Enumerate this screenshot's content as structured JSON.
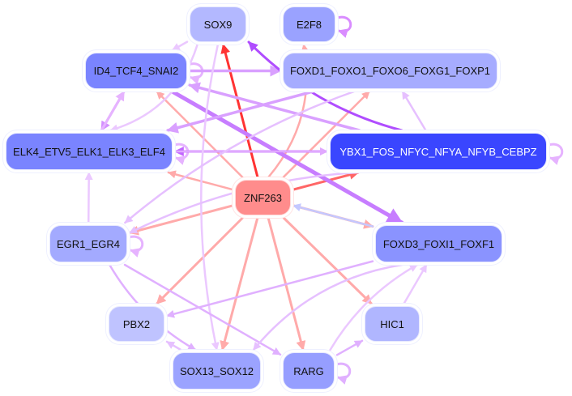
{
  "graph": {
    "title": "",
    "nodes": [
      {
        "id": "SOX9",
        "label": "SOX9",
        "color": "#b3b8ff"
      },
      {
        "id": "E2F8",
        "label": "E2F8",
        "color": "#9aa2ff"
      },
      {
        "id": "ID4_TCF4_SNAI2",
        "label": "ID4_TCF4_SNAI2",
        "color": "#7a84ff"
      },
      {
        "id": "FOXD1",
        "label": "FOXD1_FOXO1_FOXO6_FOXG1_FOXP1",
        "color": "#a6acff"
      },
      {
        "id": "ELK4",
        "label": "ELK4_ETV5_ELK1_ELK3_ELF4",
        "color": "#7a84ff"
      },
      {
        "id": "YBX1",
        "label": "YBX1_FOS_NFYC_NFYA_NFYB_CEBPZ",
        "color": "#3a46ff"
      },
      {
        "id": "ZNF263",
        "label": "ZNF263",
        "color": "#ff8c8c"
      },
      {
        "id": "EGR1_EGR4",
        "label": "EGR1_EGR4",
        "color": "#a3aaff"
      },
      {
        "id": "FOXD3",
        "label": "FOXD3_FOXI1_FOXF1",
        "color": "#8a93ff"
      },
      {
        "id": "PBX2",
        "label": "PBX2",
        "color": "#bfc3ff"
      },
      {
        "id": "HIC1",
        "label": "HIC1",
        "color": "#b0b6ff"
      },
      {
        "id": "SOX13_SOX12",
        "label": "SOX13_SOX12",
        "color": "#9ba3ff"
      },
      {
        "id": "RARG",
        "label": "RARG",
        "color": "#969eff"
      }
    ],
    "edges": [
      {
        "from": "ZNF263",
        "to": "SOX9",
        "color": "#ff3333",
        "weight": 3
      },
      {
        "from": "ZNF263",
        "to": "E2F8",
        "color": "#ffaaaa",
        "weight": 2.5,
        "curve": 40
      },
      {
        "from": "ZNF263",
        "to": "ID4_TCF4_SNAI2",
        "color": "#ffaaaa",
        "weight": 2.5
      },
      {
        "from": "ZNF263",
        "to": "FOXD1",
        "color": "#ffaaaa",
        "weight": 2.5
      },
      {
        "from": "ZNF263",
        "to": "ELK4",
        "color": "#ffaaaa",
        "weight": 2.5
      },
      {
        "from": "ZNF263",
        "to": "YBX1",
        "color": "#ff6666",
        "weight": 3
      },
      {
        "from": "ZNF263",
        "to": "EGR1_EGR4",
        "color": "#ffaaaa",
        "weight": 3
      },
      {
        "from": "ZNF263",
        "to": "FOXD3",
        "color": "#ffaaaa",
        "weight": 3
      },
      {
        "from": "FOXD3",
        "to": "ZNF263",
        "color": "#c4c8ff",
        "weight": 2.5
      },
      {
        "from": "ZNF263",
        "to": "PBX2",
        "color": "#ffaaaa",
        "weight": 3
      },
      {
        "from": "ZNF263",
        "to": "HIC1",
        "color": "#ffaaaa",
        "weight": 3
      },
      {
        "from": "ZNF263",
        "to": "SOX13_SOX12",
        "color": "#ffaaaa",
        "weight": 3
      },
      {
        "from": "ZNF263",
        "to": "RARG",
        "color": "#ffaaaa",
        "weight": 3
      },
      {
        "from": "E2F8",
        "to": "E2F8",
        "color": "#d98cff",
        "weight": 3,
        "self": true
      },
      {
        "from": "ID4_TCF4_SNAI2",
        "to": "ID4_TCF4_SNAI2",
        "color": "#e6b3ff",
        "weight": 3,
        "self": true
      },
      {
        "from": "ELK4",
        "to": "ELK4",
        "color": "#e6b3ff",
        "weight": 3,
        "self": true
      },
      {
        "from": "YBX1",
        "to": "YBX1",
        "color": "#e6b3ff",
        "weight": 3,
        "self": true
      },
      {
        "from": "EGR1_EGR4",
        "to": "EGR1_EGR4",
        "color": "#e6b3ff",
        "weight": 3,
        "self": true
      },
      {
        "from": "RARG",
        "to": "RARG",
        "color": "#e0b0ff",
        "weight": 3,
        "self": true
      },
      {
        "from": "ID4_TCF4_SNAI2",
        "to": "FOXD1",
        "color": "#d9a0ff",
        "weight": 3.5
      },
      {
        "from": "ID4_TCF4_SNAI2",
        "to": "FOXD3",
        "color": "#c77dff",
        "weight": 5
      },
      {
        "from": "ID4_TCF4_SNAI2",
        "to": "ELK4",
        "color": "#d38fff",
        "weight": 3
      },
      {
        "from": "ELK4",
        "to": "ID4_TCF4_SNAI2",
        "color": "#e6b3ff",
        "weight": 3
      },
      {
        "from": "YBX1",
        "to": "SOX9",
        "color": "#b04dff",
        "weight": 3,
        "curve": -30
      },
      {
        "from": "YBX1",
        "to": "ID4_TCF4_SNAI2",
        "color": "#d9a0ff",
        "weight": 3.5
      },
      {
        "from": "YBX1",
        "to": "ELK4",
        "color": "#c266ff",
        "weight": 3
      },
      {
        "from": "ELK4",
        "to": "YBX1",
        "color": "#e0a8ff",
        "weight": 2.5
      },
      {
        "from": "YBX1",
        "to": "FOXD1",
        "color": "#e6c0ff",
        "weight": 2.5
      },
      {
        "from": "FOXD1",
        "to": "ELK4",
        "color": "#d9a0ff",
        "weight": 3.5
      },
      {
        "from": "SOX9",
        "to": "ID4_TCF4_SNAI2",
        "color": "#ebc8ff",
        "weight": 2.5
      },
      {
        "from": "SOX9",
        "to": "ELK4",
        "color": "#ebc8ff",
        "weight": 2.5,
        "curve": -40
      },
      {
        "from": "SOX9",
        "to": "SOX13_SOX12",
        "color": "#ebc8ff",
        "weight": 2.5,
        "curve": 40
      },
      {
        "from": "EGR1_EGR4",
        "to": "ELK4",
        "color": "#ebc8ff",
        "weight": 2.5
      },
      {
        "from": "FOXD1",
        "to": "EGR1_EGR4",
        "color": "#e6c0ff",
        "weight": 2.5,
        "curve": 30
      },
      {
        "from": "YBX1",
        "to": "EGR1_EGR4",
        "color": "#e6c0ff",
        "weight": 2.5,
        "curve": 30
      },
      {
        "from": "FOXD3",
        "to": "PBX2",
        "color": "#e0b0ff",
        "weight": 2.5
      },
      {
        "from": "EGR1_EGR4",
        "to": "SOX13_SOX12",
        "color": "#e0b0ff",
        "weight": 2.5,
        "curve": 20
      },
      {
        "from": "EGR1_EGR4",
        "to": "RARG",
        "color": "#e0b0ff",
        "weight": 2.5
      },
      {
        "from": "SOX13_SOX12",
        "to": "PBX2",
        "color": "#e6c0ff",
        "weight": 2.5
      },
      {
        "from": "FOXD3",
        "to": "SOX13_SOX12",
        "color": "#e6c0ff",
        "weight": 2.5,
        "curve": 40
      },
      {
        "from": "RARG",
        "to": "HIC1",
        "color": "#e0b0ff",
        "weight": 2.5
      },
      {
        "from": "RARG",
        "to": "FOXD3",
        "color": "#ebc8ff",
        "weight": 2.5,
        "curve": -20
      },
      {
        "from": "HIC1",
        "to": "FOXD3",
        "color": "#ebc8ff",
        "weight": 2.5
      }
    ]
  }
}
